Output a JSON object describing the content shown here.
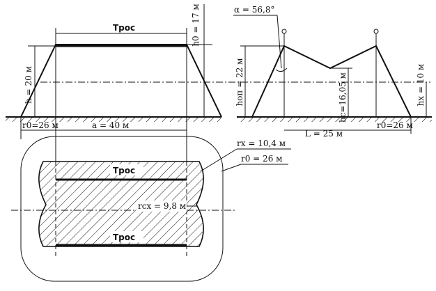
{
  "left_elevation": {
    "cable_label": "Трос",
    "h_label": "h = 20 м",
    "h0_label": "h0 = 17 м",
    "r0_label": "r0=26 м",
    "a_label": "a = 40 м"
  },
  "right_elevation": {
    "alpha_label": "α = 56,8°",
    "hop_label": "hоп = 22 м",
    "hc_label": "hc=16,05 м",
    "hx_label": "hx = 10 м",
    "L_label": "L = 25 м",
    "r0_label": "r0=26 м"
  },
  "plan": {
    "rx_label": "rx = 10,4 м",
    "r0_label": "r0 = 26 м",
    "rcx_label": "rcx = 9,8 м",
    "cable_top_label": "Трос",
    "cable_bottom_label": "Трос"
  }
}
